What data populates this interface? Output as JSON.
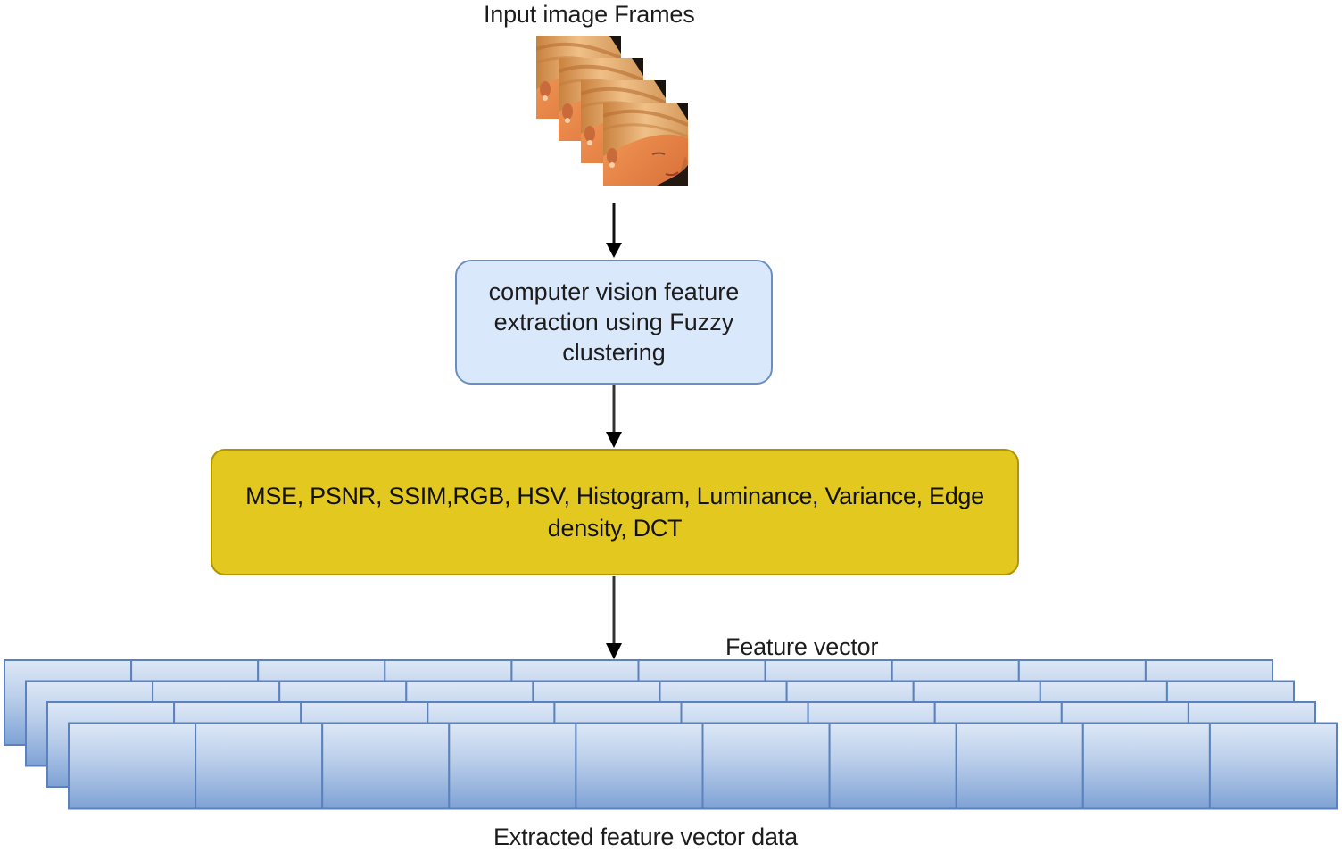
{
  "diagram": {
    "input_label": "Input image Frames",
    "input_frames": {
      "count": 4,
      "description": "face image frames"
    },
    "process_node": {
      "text": "computer vision feature extraction using Fuzzy clustering",
      "lines": [
        "computer vision feature",
        "extraction using Fuzzy",
        "clustering"
      ],
      "fill": "#dae8fc",
      "stroke": "#6c8ebf"
    },
    "features_node": {
      "lines": [
        "MSE, PSNR, SSIM,RGB, HSV, Histogram, Luminance, Variance, Edge",
        "density, DCT"
      ],
      "features": [
        "MSE",
        "PSNR",
        "SSIM",
        "RGB",
        "HSV",
        "Histogram",
        "Luminance",
        "Variance",
        "Edge density",
        "DCT"
      ],
      "fill": "#e3c81f"
    },
    "feature_vector_label": "Feature vector",
    "output_label": "Extracted feature vector data",
    "feature_vector_stack": {
      "layers": 4,
      "cells_per_layer": 10,
      "fill_top": "#dce7f6",
      "fill_bottom": "#7fa3d6",
      "stroke": "#5b82bd"
    },
    "edges": [
      {
        "from": "input_frames",
        "to": "process_node"
      },
      {
        "from": "process_node",
        "to": "features_node"
      },
      {
        "from": "features_node",
        "to": "feature_vector_stack"
      }
    ]
  }
}
